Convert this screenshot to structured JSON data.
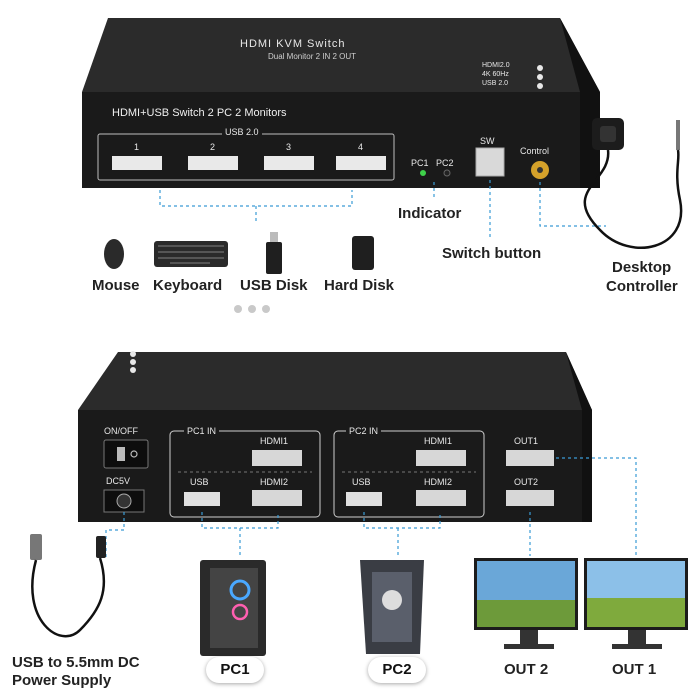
{
  "front": {
    "title": "HDMI KVM Switch",
    "subtitle": "Dual Monitor 2 IN 2 OUT",
    "specs": [
      "HDMI2.0",
      "4K 60Hz",
      "USB 2.0"
    ],
    "panel_label": "HDMI+USB Switch 2 PC 2 Monitors",
    "usb_group_label": "USB 2.0",
    "usb_ports": [
      "1",
      "2",
      "3",
      "4"
    ],
    "pc1": "PC1",
    "pc2": "PC2",
    "sw": "SW",
    "control": "Control"
  },
  "callouts": {
    "indicator": "Indicator",
    "switch_button": "Switch button",
    "desktop_controller_1": "Desktop",
    "desktop_controller_2": "Controller"
  },
  "peripherals": [
    "Mouse",
    "Keyboard",
    "USB Disk",
    "Hard Disk"
  ],
  "back": {
    "power_switch_label": "ON/OFF",
    "dc_label": "DC5V",
    "pc1_in": "PC1 IN",
    "pc2_in": "PC2 IN",
    "hdmi1": "HDMI1",
    "hdmi2": "HDMI2",
    "usb": "USB",
    "out1": "OUT1",
    "out2": "OUT2"
  },
  "bottom": {
    "power_supply_1": "USB to 5.5mm DC",
    "power_supply_2": "Power Supply",
    "pc1": "PC1",
    "pc2": "PC2",
    "out2": "OUT 2",
    "out1": "OUT 1"
  },
  "colors": {
    "device": "#1e1e1e",
    "accent_dashed": "#3a9bd5",
    "led_green": "#3fd14a",
    "control_port": "#d4a12a"
  }
}
